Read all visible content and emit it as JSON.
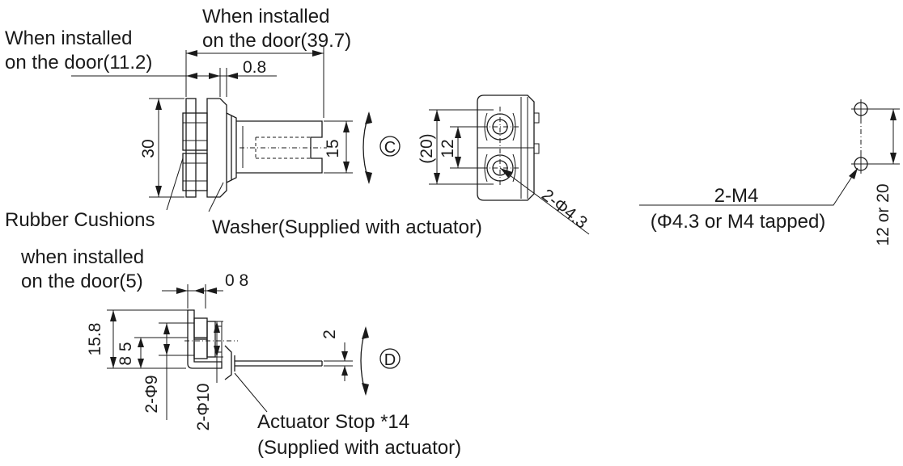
{
  "labels": {
    "door_11_2_line1": "When installed",
    "door_11_2_line2": "on the door(11.2)",
    "door_39_7_line1": "When installed",
    "door_39_7_line2": "on the door(39.7)",
    "gap_0_8_top": "0.8",
    "dim_30": "30",
    "dim_15": "15",
    "dim_20": "(20)",
    "dim_12": "12",
    "hole_2_phi_4_3": "2-Φ4.3",
    "view_c": "C",
    "rubber_cushions": "Rubber Cushions",
    "washer": "Washer(Supplied with actuator)",
    "m4_line1": "2-M4",
    "m4_line2": "(Φ4.3 or M4 tapped)",
    "pitch_12_or_20": "12 or 20",
    "door_5_line1": "when installed",
    "door_5_line2": "on the door(5)",
    "gap_0_8_bottom": "0 8",
    "dim_15_8": "15.8",
    "dim_8_5": "8 5",
    "dim_2": "2",
    "view_d": "D",
    "hole_2_phi_9": "2-Φ9",
    "hole_2_phi_10": "2-Φ10",
    "actuator_stop_line1": "Actuator Stop *14",
    "actuator_stop_line2": "(Supplied with actuator)"
  }
}
